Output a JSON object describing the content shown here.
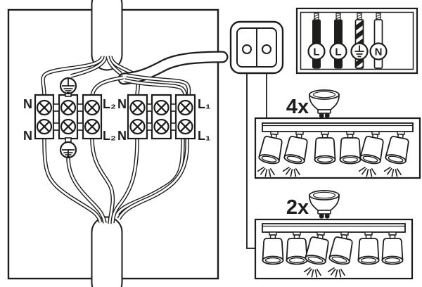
{
  "diagram": {
    "background": "#ffffff",
    "line_color": "#1d1d1b",
    "junction_box": {
      "labels": {
        "n_top_left": "N",
        "n_bottom_left": "N",
        "l2_top": "L₂",
        "l2_bottom": "L₂",
        "n_top_right_group": "N",
        "n_bottom_right_group": "N",
        "l1_top": "L₁",
        "l1_bottom": "L₁"
      },
      "terminal_groups": 2,
      "blocks_per_group": 3,
      "screws_per_block": 2,
      "earth_screws": 2
    },
    "switch": {
      "rockers": 2
    },
    "cable_detail": {
      "wires": [
        {
          "label": "L",
          "insulation": "black"
        },
        {
          "label": "L",
          "insulation": "black"
        },
        {
          "label": "earth",
          "insulation": "striped"
        },
        {
          "label": "N",
          "insulation": "white"
        }
      ]
    },
    "fixtures": [
      {
        "quantity_label": "4x",
        "bulb_icon": "GU10",
        "spot_count": 6,
        "lit_spots": [
          1,
          2,
          5,
          6
        ]
      },
      {
        "quantity_label": "2x",
        "bulb_icon": "GU10",
        "spot_count": 6,
        "lit_spots": [
          3,
          4
        ]
      }
    ]
  }
}
